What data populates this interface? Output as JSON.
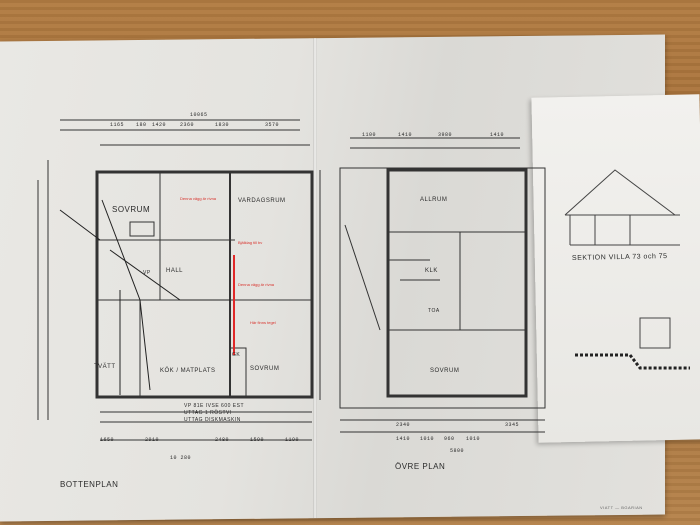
{
  "photo": {
    "subject": "",
    "labels": {
      "bottom_plan": "BOTTENPLAN",
      "upper_plan": "ÖVRE PLAN",
      "section": "SEKTION VILLA 73 och 75",
      "footer": "VIATT — BGARIAN"
    },
    "bottom_rooms": {
      "sovrum1": "SOVRUM",
      "vardagsrum": "VARDAGSRUM",
      "hall": "HALL",
      "kok": "KÖK / MATPLATS",
      "sovrum2": "SOVRUM",
      "tvatt": "TVÄTT",
      "vp": "VP",
      "gk": "GK"
    },
    "upper_rooms": {
      "allrum": "ALLRUM",
      "klk": "KLK",
      "sovrum": "SOVRUM",
      "toa": "TOA"
    },
    "bottom_dims_top": [
      "1165",
      "180",
      "1420",
      "2360",
      "1830",
      "3570"
    ],
    "bottom_total_top": "10065",
    "bottom_dims_bottom": [
      "1650",
      "2910",
      "2480",
      "1590",
      "1190"
    ],
    "bottom_total_bottom": "10 280",
    "upper_dims_top": [
      "1100",
      "1410",
      "3980",
      "1410"
    ],
    "upper_dims_bottom": [
      "2340",
      "1410",
      "1010",
      "960",
      "1010",
      "3345"
    ],
    "upper_total_bottom": "5800",
    "handwritten_note": [
      "VP 81E IVSE 600 EST",
      "UTTAG 1 RÖSTVI",
      "UTTAG DISKMASKIN"
    ],
    "red_notes": [
      "Denna vägg är rivna",
      "Bjälklag till bv",
      "Denna vägg är rivna",
      "Här finns tegel"
    ]
  }
}
